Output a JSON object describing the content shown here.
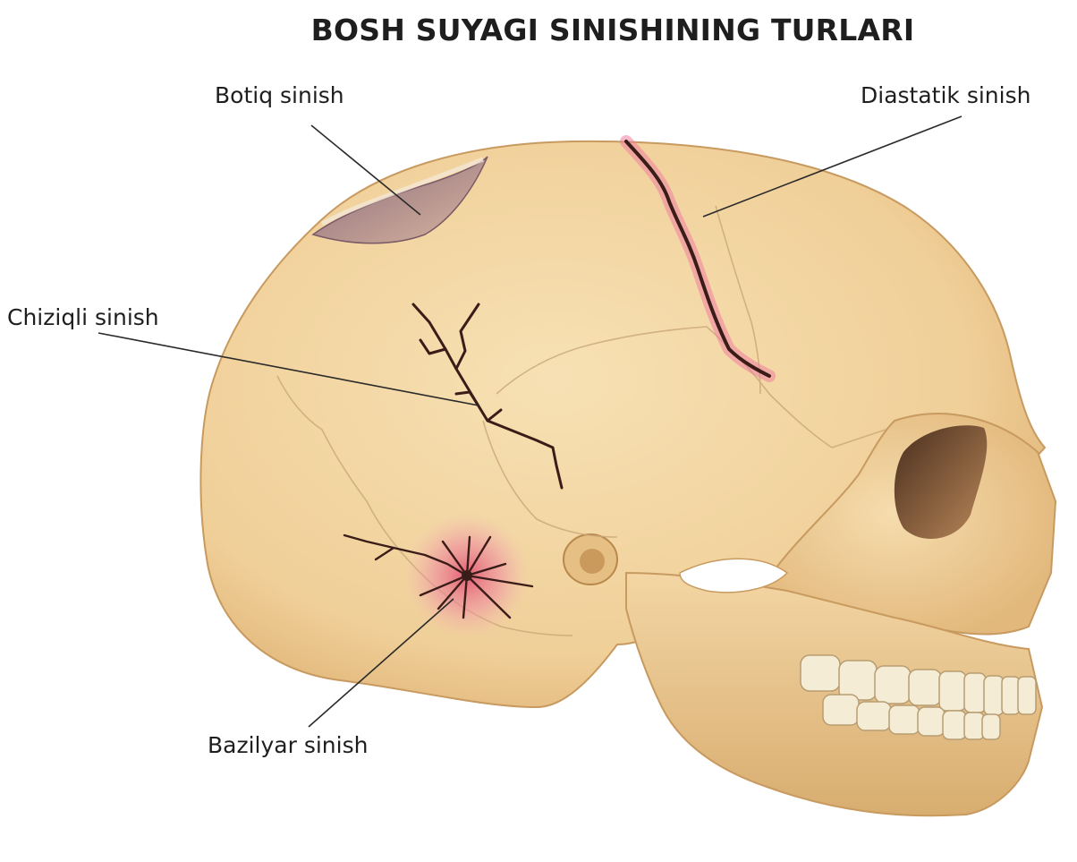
{
  "title": "BOSH SUYAGI SINISHINING TURLARI",
  "labels": {
    "botiq": "Botiq sinish",
    "diastatik": "Diastatik sinish",
    "chiziqli": "Chiziqli sinish",
    "bazilyar": "Bazilyar sinish"
  },
  "colors": {
    "bone": "#f3d6a4",
    "bone_shadow": "#dcb47a",
    "fracture": "#3a1c18",
    "bruise": "#e56a8a",
    "teeth": "#f5ecd6"
  }
}
